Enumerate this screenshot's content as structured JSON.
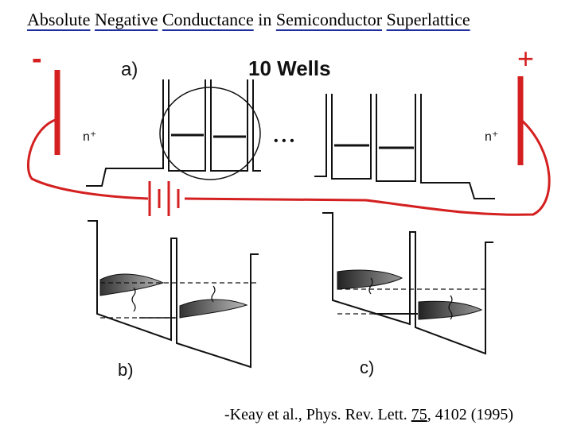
{
  "slide": {
    "title_words": [
      {
        "text": "Absolute",
        "underlined": true
      },
      {
        "text": "Negative",
        "underlined": true
      },
      {
        "text": "Conductance",
        "underlined": true
      },
      {
        "text": "in",
        "underlined": false
      },
      {
        "text": "Semiconductor",
        "underlined": true
      },
      {
        "text": "Superlattice",
        "underlined": true
      }
    ],
    "citation": {
      "prefix": "-Keay et al., Phys. Rev. Lett. ",
      "volume": "75",
      "rest": ", 4102 (1995)"
    }
  },
  "figure": {
    "panel_a_label": "a)",
    "panel_b_label": "b)",
    "panel_c_label": "c)",
    "header_label": "10 Wells",
    "left_contact_label": "n⁺",
    "right_contact_label": "n⁺",
    "ellipsis": "• • •",
    "minus_sign": "-",
    "plus_sign": "+"
  },
  "colors": {
    "circuit": "#d42020",
    "title_underline": "#1f2e9c",
    "ink": "#111111",
    "electron_fill": "#888888"
  }
}
